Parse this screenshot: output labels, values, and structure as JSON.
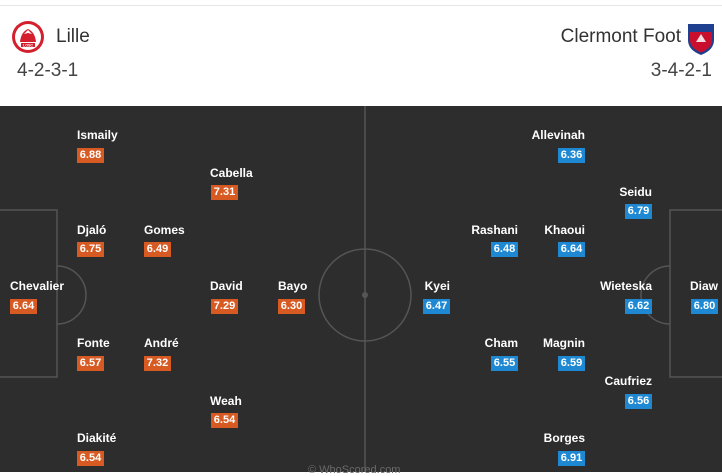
{
  "home": {
    "name": "Lille",
    "formation": "4-2-3-1",
    "crest_text": "LOSC",
    "color": "#d65a21",
    "players": [
      {
        "name": "Ismaily",
        "rating": "6.88"
      },
      {
        "name": "Cabella",
        "rating": "7.31"
      },
      {
        "name": "Djaló",
        "rating": "6.75"
      },
      {
        "name": "Gomes",
        "rating": "6.49"
      },
      {
        "name": "Chevalier",
        "rating": "6.64"
      },
      {
        "name": "David",
        "rating": "7.29"
      },
      {
        "name": "Bayo",
        "rating": "6.30"
      },
      {
        "name": "Fonte",
        "rating": "6.57"
      },
      {
        "name": "André",
        "rating": "7.32"
      },
      {
        "name": "Weah",
        "rating": "6.54"
      },
      {
        "name": "Diakité",
        "rating": "6.54"
      }
    ]
  },
  "away": {
    "name": "Clermont Foot",
    "formation": "3-4-2-1",
    "color": "#1e88d2",
    "players": [
      {
        "name": "Allevinah",
        "rating": "6.36"
      },
      {
        "name": "Seidu",
        "rating": "6.79"
      },
      {
        "name": "Rashani",
        "rating": "6.48"
      },
      {
        "name": "Khaoui",
        "rating": "6.64"
      },
      {
        "name": "Kyei",
        "rating": "6.47"
      },
      {
        "name": "Wieteska",
        "rating": "6.62"
      },
      {
        "name": "Diaw",
        "rating": "6.80"
      },
      {
        "name": "Cham",
        "rating": "6.55"
      },
      {
        "name": "Magnin",
        "rating": "6.59"
      },
      {
        "name": "Caufriez",
        "rating": "6.56"
      },
      {
        "name": "Borges",
        "rating": "6.91"
      }
    ]
  },
  "watermark": "© WhoScored.com",
  "pitch_color": "#2d2d2d",
  "line_color": "#555555"
}
